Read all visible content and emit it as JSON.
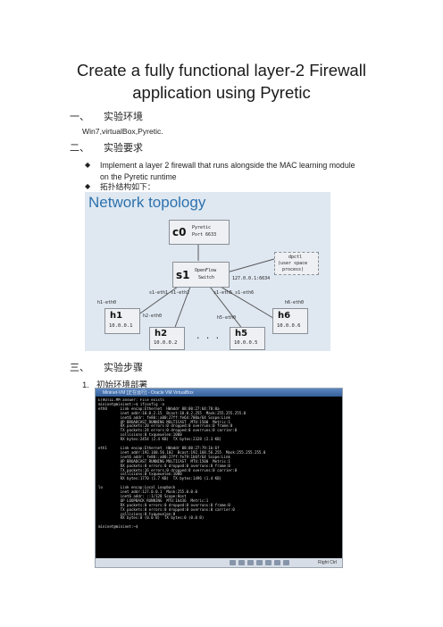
{
  "title_line1": "Create a fully functional layer-2 Firewall",
  "title_line2": "application using Pyretic",
  "section1": {
    "num": "一、",
    "label": "实验环境"
  },
  "env_text": "Win7,virtualBox,Pyretic.",
  "section2": {
    "num": "二、",
    "label": "实验要求"
  },
  "bullet1_line1": "Implement a layer 2 firewall that runs alongside the MAC learning module",
  "bullet1_line2": "on the Pyretic runtime",
  "bullet2": "拓扑结构如下：",
  "bullet_mark": "◆",
  "topology": {
    "title": "Network topology",
    "c0": "c0",
    "c0_desc1": "Pyretic",
    "c0_desc2": "Port 6633",
    "s1": "s1",
    "s1_desc1": "OpenFlow",
    "s1_desc2": "Switch",
    "dpctl1": "dpctl",
    "dpctl2": "(user space",
    "dpctl3": "process)",
    "loopback": "127.0.0.1:6634",
    "ports_left": "s1-eth1   s1-eth2",
    "ports_right": "s1-eth5  s1-eth6",
    "h1_eth": "h1-eth0",
    "h2_eth": "h2-eth0",
    "h5_eth": "h5-eth0",
    "h6_eth": "h6-eth0",
    "ellipsis": ". . .",
    "hosts": [
      {
        "name": "h1",
        "ip": "10.0.0.1"
      },
      {
        "name": "h2",
        "ip": "10.0.0.2"
      },
      {
        "name": "h5",
        "ip": "10.0.0.5"
      },
      {
        "name": "h6",
        "ip": "10.0.0.6"
      }
    ],
    "colors": {
      "background": "#dfe8f1",
      "title": "#2d72ae",
      "box": "#eef0f3"
    }
  },
  "section3": {
    "num": "三、",
    "label": "实验步骤"
  },
  "step1_num": "1.",
  "step1": "初始环境部署",
  "terminal": {
    "window_title": "Mininet-VM [正在运行] - Oracle VM VirtualBox",
    "lines": [
      "ETHOTIL.MM answer: File exists",
      "mininet@mininet:~$ ifconfig -a",
      "eth0      Link encap:Ethernet  HWaddr 08:00:27:64:70:0a",
      "          inet addr:10.0.2.15  Bcast:10.0.2.255  Mask:255.255.255.0",
      "          inet6 addr: fe80::a00:27ff:fe64:700a/64 Scope:Link",
      "          UP BROADCAST RUNNING MULTICAST  MTU:1500  Metric:1",
      "          RX packets:20 errors:0 dropped:0 overruns:0 frame:0",
      "          TX packets:24 errors:0 dropped:0 overruns:0 carrier:0",
      "          collisions:0 txqueuelen:1000",
      "          RX bytes:2454 (2.4 KB)  TX bytes:2328 (2.3 KB)",
      "",
      "eth1      Link encap:Ethernet  HWaddr 08:00:27:79:1b:6f",
      "          inet addr:192.168.56.102  Bcast:192.168.56.255  Mask:255.255.255.0",
      "          inet6 addr: fe80::a00:27ff:fe79:1b6f/64 Scope:Link",
      "          UP BROADCAST RUNNING MULTICAST  MTU:1500  Metric:1",
      "          RX packets:0 errors:0 dropped:0 overruns:0 frame:0",
      "          TX packets:16 errors:0 dropped:0 overruns:0 carrier:0",
      "          collisions:0 txqueuelen:1000",
      "          RX bytes:1770 (1.7 KB)  TX bytes:1496 (1.4 KB)",
      "",
      "lo        Link encap:Local Loopback",
      "          inet addr:127.0.0.1  Mask:255.0.0.0",
      "          inet6 addr: ::1/128 Scope:Host",
      "          UP LOOPBACK RUNNING  MTU:16436  Metric:1",
      "          RX packets:0 errors:0 dropped:0 overruns:0 frame:0",
      "          TX packets:0 errors:0 dropped:0 overruns:0 carrier:0",
      "          collisions:0 txqueuelen:0",
      "          RX bytes:0 (0.0 B)  TX bytes:0 (0.0 B)",
      "",
      "mininet@mininet:~$ "
    ],
    "status_right": "Right Ctrl"
  }
}
